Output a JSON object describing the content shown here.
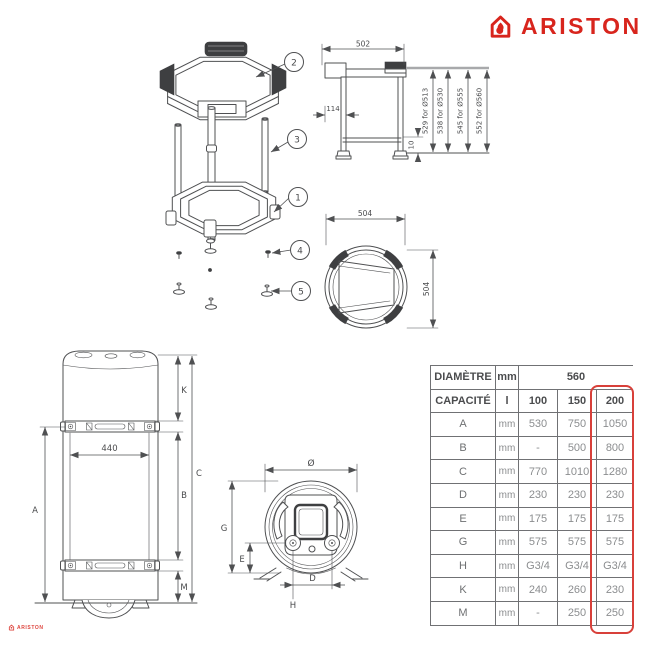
{
  "brand": {
    "name": "ARISTON"
  },
  "colors": {
    "accent_red": "#D8251D",
    "highlight_red": "#D8403A",
    "line_gray": "#4F5052",
    "table_border": "#707174",
    "header_text": "#4B4C4E",
    "value_text": "#8B8D8F"
  },
  "exploded_view": {
    "callouts": [
      "2",
      "3",
      "1",
      "4",
      "5"
    ]
  },
  "side_view": {
    "top_width": "502",
    "bracket_width": "114",
    "foot_height": "10",
    "height_notes": [
      "529 for Ø513",
      "538 for Ø530",
      "545 for Ø555",
      "552 for Ø560"
    ]
  },
  "top_view": {
    "width": "504",
    "depth": "504"
  },
  "front_view": {
    "bracket_span": "440",
    "labels": {
      "a": "A",
      "b": "B",
      "c": "C",
      "k": "K",
      "m": "M"
    }
  },
  "bottom_view": {
    "labels": {
      "diameter": "Ø",
      "g": "G",
      "e": "E",
      "d": "D",
      "h": "H"
    }
  },
  "table": {
    "diameter_row": {
      "label": "DIAMÈTRE",
      "unit": "mm",
      "value": "560"
    },
    "capacity_row": {
      "label": "CAPACITÉ",
      "unit": "l",
      "values": [
        "100",
        "150",
        "200"
      ]
    },
    "rows": [
      {
        "label": "A",
        "unit": "mm",
        "values": [
          "530",
          "750",
          "1050"
        ]
      },
      {
        "label": "B",
        "unit": "mm",
        "values": [
          "-",
          "500",
          "800"
        ]
      },
      {
        "label": "C",
        "unit": "mm",
        "values": [
          "770",
          "1010",
          "1280"
        ]
      },
      {
        "label": "D",
        "unit": "mm",
        "values": [
          "230",
          "230",
          "230"
        ]
      },
      {
        "label": "E",
        "unit": "mm",
        "values": [
          "175",
          "175",
          "175"
        ]
      },
      {
        "label": "G",
        "unit": "mm",
        "values": [
          "575",
          "575",
          "575"
        ]
      },
      {
        "label": "H",
        "unit": "mm",
        "values": [
          "G3/4",
          "G3/4",
          "G3/4"
        ]
      },
      {
        "label": "K",
        "unit": "mm",
        "values": [
          "240",
          "260",
          "230"
        ]
      },
      {
        "label": "M",
        "unit": "mm",
        "values": [
          "-",
          "250",
          "250"
        ]
      }
    ],
    "highlighted_column": "200"
  },
  "watermark": {
    "name": "ARISTON"
  }
}
